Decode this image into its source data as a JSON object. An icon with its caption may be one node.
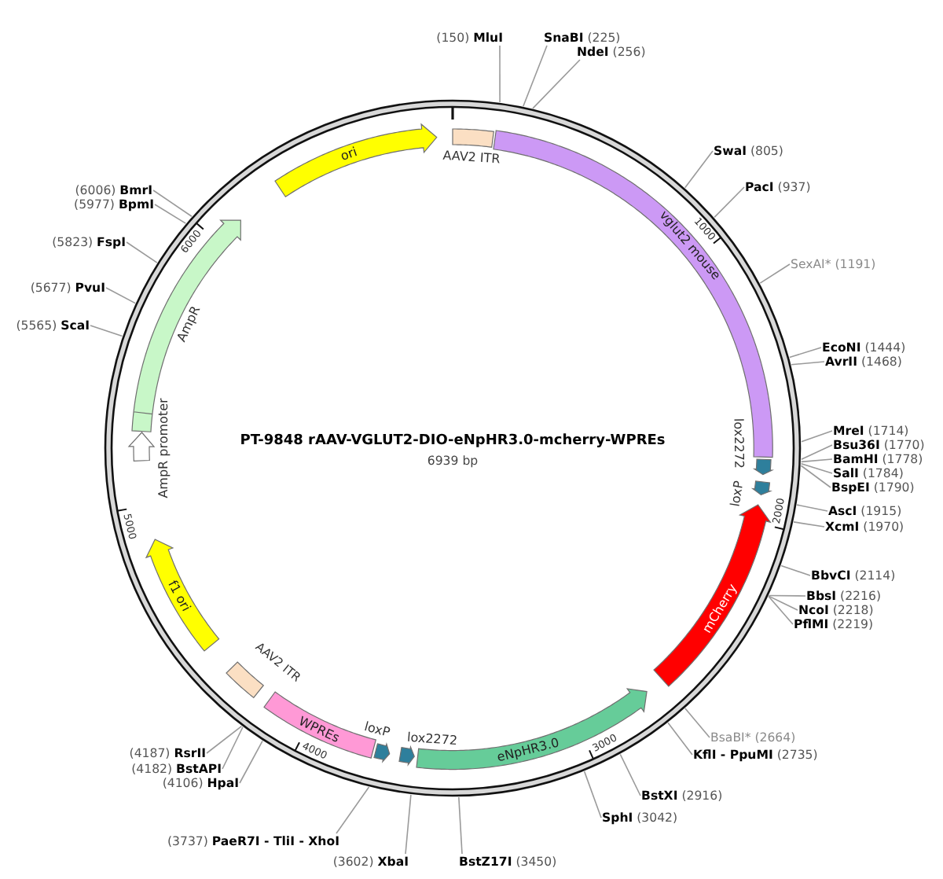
{
  "diagram": {
    "nodes": [
      {
        "text": [
          "PT-9848 rAAV-VGLUT2-DIO-eNpHR3.0-mcherry-WPREs",
          "6939 bp"
        ]
      },
      {
        "text": [
          "AAV2 ITR"
        ],
        "in": 0
      },
      {
        "text": [
          "vglut2 mouse"
        ],
        "in": 0
      },
      {
        "text": [
          "lox2272"
        ],
        "in": 0
      },
      {
        "text": [
          "loxP"
        ],
        "in": 0
      },
      {
        "text": [
          "mCherry"
        ],
        "in": 0
      },
      {
        "text": [
          "eNpHR3.0"
        ],
        "in": 0
      },
      {
        "text": [
          "lox2272"
        ],
        "in": 0
      },
      {
        "text": [
          "loxP"
        ],
        "in": 0
      },
      {
        "text": [
          "WPREs"
        ],
        "in": 0
      },
      {
        "text": [
          "AAV2 ITR"
        ],
        "in": 0
      },
      {
        "text": [
          "f1 ori"
        ],
        "in": 0
      },
      {
        "text": [
          "AmpR promoter"
        ],
        "in": 0
      },
      {
        "text": [
          "AmpR"
        ],
        "in": 0
      },
      {
        "text": [
          "ori"
        ],
        "in": 0
      },
      {
        "text": [
          "(150) **MluI**"
        ]
      },
      {
        "text": [
          "**SnaBI** (225)"
        ]
      },
      {
        "text": [
          "**NdeI** (256)"
        ]
      },
      {
        "text": [
          "**SwaI** (805)"
        ]
      },
      {
        "text": [
          "**PacI** (937)"
        ]
      },
      {
        "text": [
          "SexAI* (1191)"
        ]
      },
      {
        "text": [
          "**EcoNI** (1444)"
        ]
      },
      {
        "text": [
          "**AvrII** (1468)"
        ]
      },
      {
        "text": [
          "**MreI** (1714)"
        ]
      },
      {
        "text": [
          "**Bsu36I** (1770)"
        ]
      },
      {
        "text": [
          "**BamHI** (1778)"
        ]
      },
      {
        "text": [
          "**SalI** (1784)"
        ]
      },
      {
        "text": [
          "**BspEI** (1790)"
        ]
      },
      {
        "text": [
          "**AscI** (1915)"
        ]
      },
      {
        "text": [
          "**XcmI** (1970)"
        ]
      },
      {
        "text": [
          "**BbvCI** (2114)"
        ]
      },
      {
        "text": [
          "**BbsI** (2216)"
        ]
      },
      {
        "text": [
          "**NcoI** (2218)"
        ]
      },
      {
        "text": [
          "**PflMI** (2219)"
        ]
      },
      {
        "text": [
          "BsaBI* (2664)"
        ]
      },
      {
        "text": [
          "**KflI - PpuMI** (2735)"
        ]
      },
      {
        "text": [
          "**BstXI** (2916)"
        ]
      },
      {
        "text": [
          "**SphI** (3042)"
        ]
      },
      {
        "text": [
          "**BstZ17I** (3450)"
        ]
      },
      {
        "text": [
          "(3602) **XbaI**"
        ]
      },
      {
        "text": [
          "(3737) **PaeR7I - TliI - XhoI**"
        ]
      },
      {
        "text": [
          "(4106) **HpaI**"
        ]
      },
      {
        "text": [
          "(4182) **BstAPI**"
        ]
      },
      {
        "text": [
          "(4187) **RsrII**"
        ]
      },
      {
        "text": [
          "(5565) **ScaI**"
        ]
      },
      {
        "text": [
          "(5677) **PvuI**"
        ]
      },
      {
        "text": [
          "(5823) **FspI**"
        ]
      },
      {
        "text": [
          "(5977) **BpmI**"
        ]
      },
      {
        "text": [
          "(6006) **BmrI**"
        ]
      }
    ],
    "edges": [
      {
        "from": 15,
        "to": 0,
        "arrow": "none"
      },
      {
        "from": 16,
        "to": 0,
        "arrow": "none"
      },
      {
        "from": 17,
        "to": 0,
        "arrow": "none"
      },
      {
        "from": 18,
        "to": 0,
        "arrow": "none"
      },
      {
        "from": 19,
        "to": 0,
        "arrow": "none"
      },
      {
        "from": 20,
        "to": 0,
        "arrow": "none"
      },
      {
        "from": 21,
        "to": 0,
        "arrow": "none"
      },
      {
        "from": 22,
        "to": 0,
        "arrow": "none"
      },
      {
        "from": 23,
        "to": 0,
        "arrow": "none"
      },
      {
        "from": 24,
        "to": 0,
        "arrow": "none"
      },
      {
        "from": 25,
        "to": 0,
        "arrow": "none"
      },
      {
        "from": 26,
        "to": 0,
        "arrow": "none"
      },
      {
        "from": 27,
        "to": 0,
        "arrow": "none"
      },
      {
        "from": 28,
        "to": 0,
        "arrow": "none"
      },
      {
        "from": 29,
        "to": 0,
        "arrow": "none"
      },
      {
        "from": 30,
        "to": 0,
        "arrow": "none"
      },
      {
        "from": 31,
        "to": 0,
        "arrow": "none"
      },
      {
        "from": 32,
        "to": 0,
        "arrow": "none"
      },
      {
        "from": 33,
        "to": 0,
        "arrow": "none"
      },
      {
        "from": 34,
        "to": 0,
        "arrow": "none"
      },
      {
        "from": 35,
        "to": 0,
        "arrow": "none"
      },
      {
        "from": 36,
        "to": 0,
        "arrow": "none"
      },
      {
        "from": 37,
        "to": 0,
        "arrow": "none"
      },
      {
        "from": 38,
        "to": 0,
        "arrow": "none"
      },
      {
        "from": 39,
        "to": 0,
        "arrow": "none"
      },
      {
        "from": 40,
        "to": 0,
        "arrow": "none"
      },
      {
        "from": 41,
        "to": 0,
        "arrow": "none"
      },
      {
        "from": 42,
        "to": 0,
        "arrow": "none"
      },
      {
        "from": 43,
        "to": 0,
        "arrow": "none"
      },
      {
        "from": 44,
        "to": 0,
        "arrow": "none"
      },
      {
        "from": 45,
        "to": 0,
        "arrow": "none"
      },
      {
        "from": 46,
        "to": 0,
        "arrow": "none"
      },
      {
        "from": 47,
        "to": 0,
        "arrow": "none"
      },
      {
        "from": 48,
        "to": 0,
        "arrow": "none"
      }
    ],
    "labels": [
      "1000",
      "2000",
      "3000",
      "4000",
      "5000",
      "6000"
    ]
  }
}
